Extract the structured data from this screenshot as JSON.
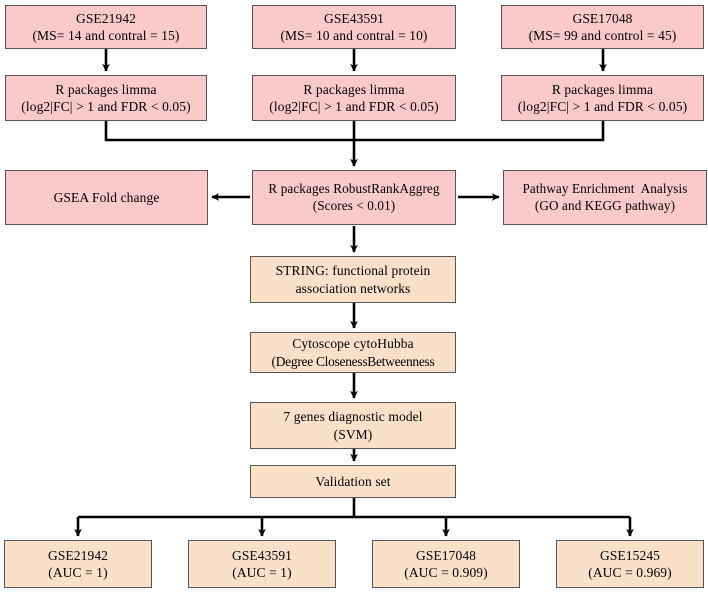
{
  "diagram": {
    "title": "Bioinformatics analysis workflow flowchart",
    "colors": {
      "pink_fill": "#FAC9C9",
      "peach_fill": "#FAE0C8",
      "border": "#595552",
      "arrow": "#000000",
      "background": "#FFFFFF"
    },
    "row_datasets": [
      {
        "line1": "GSE21942",
        "line2": "(MS= 14 and contral = 15)"
      },
      {
        "line1": "GSE43591",
        "line2": "(MS= 10 and contral = 10)"
      },
      {
        "line1": "GSE17048",
        "line2": "(MS= 99 and control = 45)"
      }
    ],
    "row_limma": [
      {
        "line1": "R packages limma",
        "line2": "(log2|FC| > 1 and FDR < 0.05)"
      },
      {
        "line1": "R packages limma",
        "line2": "(log2|FC| > 1 and FDR < 0.05)"
      },
      {
        "line1": "R packages limma",
        "line2": "(log2|FC| > 1 and FDR < 0.05)"
      }
    ],
    "row_aggregation": {
      "left": {
        "line1": "GSEA Fold change",
        "line2": ""
      },
      "center": {
        "line1": "R packages RobustRankAggreg",
        "line2": "(Scores < 0.01)"
      },
      "right": {
        "line1": "Pathway Enrichment  Analysis",
        "line2": "(GO and KEGG pathway)"
      }
    },
    "row_string": {
      "line1": "STRING: functional protein",
      "line2": "association networks"
    },
    "row_cytoscape": {
      "line1": "Cytoscope cytoHubba",
      "line2": "(Degree ClosenessBetweenness"
    },
    "row_model": {
      "line1": "7 genes diagnostic model",
      "line2": "(SVM)"
    },
    "row_validation": {
      "line1": "Validation set",
      "line2": ""
    },
    "row_results": [
      {
        "line1": "GSE21942",
        "line2": "(AUC = 1)"
      },
      {
        "line1": "GSE43591",
        "line2": "(AUC = 1)"
      },
      {
        "line1": "GSE17048",
        "line2": "(AUC = 0.909)"
      },
      {
        "line1": "GSE15245",
        "line2": "(AUC = 0.969)"
      }
    ]
  }
}
